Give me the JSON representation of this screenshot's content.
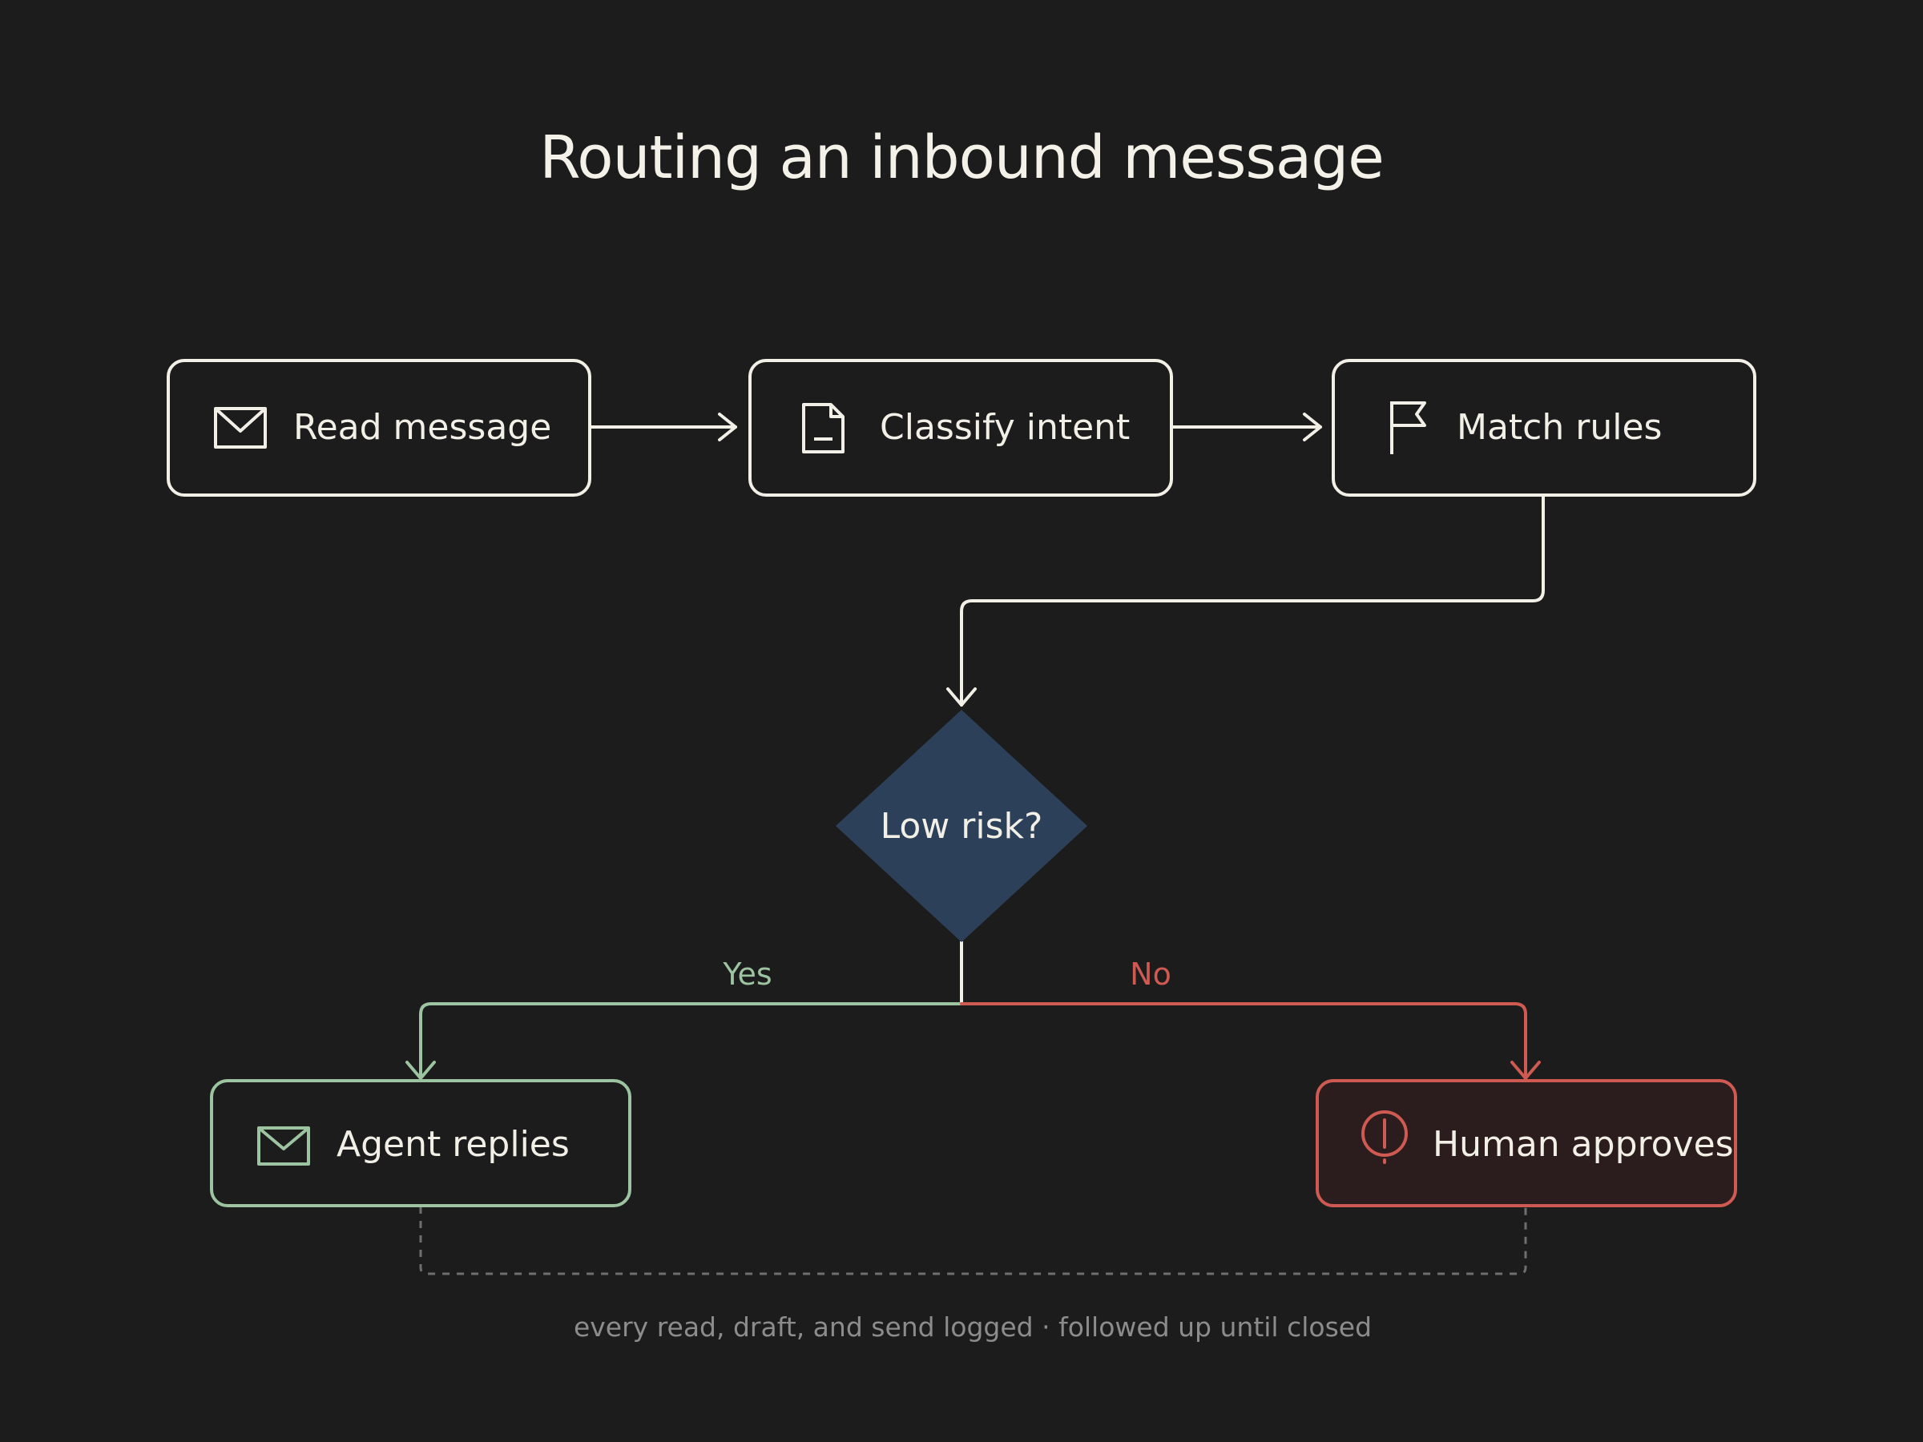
{
  "title": "Routing an inbound message",
  "colors": {
    "background": "#1c1c1c",
    "foreground": "#f2efe6",
    "yes": "#9cc4a0",
    "no": "#cf5a52",
    "decision_fill": "#2d4059",
    "human_fill": "#2b1c1d",
    "footnote": "#8c8c8c",
    "dashed_link": "#6e6e6e"
  },
  "nodes": {
    "read_message": {
      "label": "Read message",
      "icon": "envelope-icon"
    },
    "classify_intent": {
      "label": "Classify intent",
      "icon": "document-icon"
    },
    "match_rules": {
      "label": "Match rules",
      "icon": "flag-icon"
    },
    "decision": {
      "label": "Low risk?"
    },
    "agent_replies": {
      "label": "Agent replies",
      "icon": "envelope-icon"
    },
    "human_approves": {
      "label": "Human approves",
      "icon": "alert-icon"
    }
  },
  "edges": {
    "yes_label": "Yes",
    "no_label": "No"
  },
  "footnote": "every read, draft, and send logged · followed up until closed"
}
